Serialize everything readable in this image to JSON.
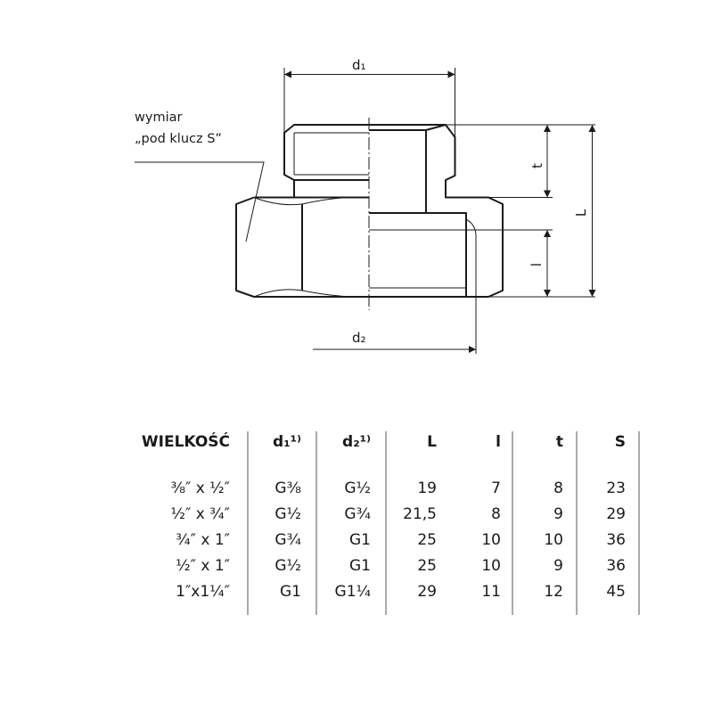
{
  "drawing": {
    "dim_d1": "d₁",
    "dim_d2": "d₂",
    "dim_t": "t",
    "dim_L": "L",
    "dim_l": "l",
    "note_line1": "wymiar",
    "note_line2": "„pod klucz S”"
  },
  "table": {
    "headers": [
      "WIELKOŚĆ",
      "d₁¹⁾",
      "d₂¹⁾",
      "L",
      "l",
      "t",
      "S"
    ],
    "rows": [
      [
        "⅜″ x ½″",
        "G⅜",
        "G½",
        "19",
        "7",
        "8",
        "23"
      ],
      [
        "½″ x ¾″",
        "G½",
        "G¾",
        "21,5",
        "8",
        "9",
        "29"
      ],
      [
        "¾″ x 1″",
        "G¾",
        "G1",
        "25",
        "10",
        "10",
        "36"
      ],
      [
        "½″ x 1″",
        "G½",
        "G1",
        "25",
        "10",
        "9",
        "36"
      ],
      [
        "1″x1¼″",
        "G1",
        "G1¼",
        "29",
        "11",
        "12",
        "45"
      ]
    ]
  }
}
